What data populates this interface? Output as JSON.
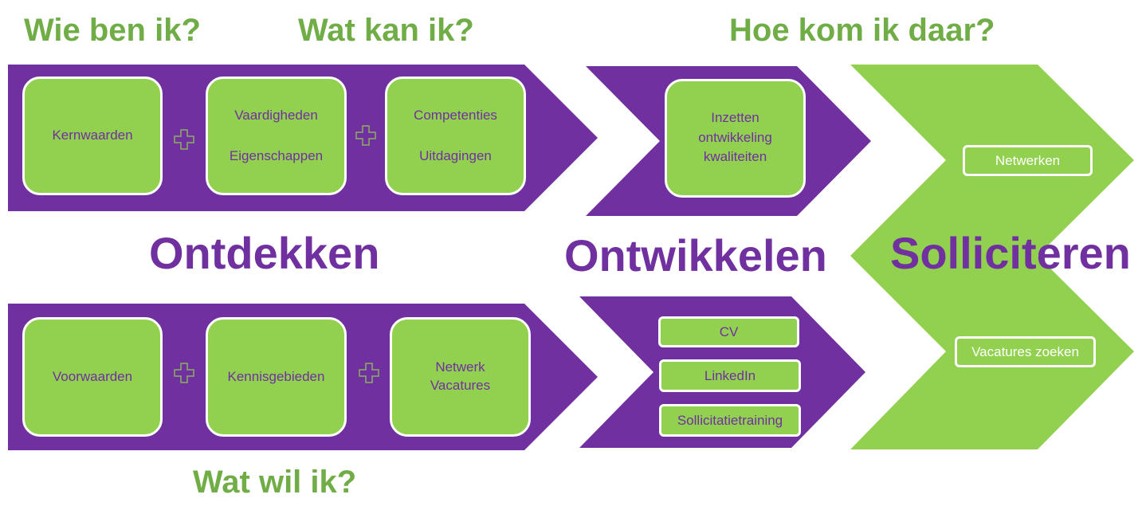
{
  "colors": {
    "purple": "#7030a0",
    "green": "#92d050",
    "question_green": "#70ad47",
    "white": "#ffffff"
  },
  "questions": {
    "who": "Wie ben ik?",
    "can": "Wat kan ik?",
    "how": "Hoe kom ik daar?",
    "want": "Wat wil ik?"
  },
  "stages": {
    "discover": "Ontdekken",
    "develop": "Ontwikkelen",
    "apply": "Solliciteren"
  },
  "top_row": [
    {
      "lines": [
        "Kernwaarden"
      ]
    },
    {
      "lines": [
        "Vaardigheden",
        "Eigenschappen"
      ]
    },
    {
      "lines": [
        "Competenties",
        "Uitdagingen"
      ]
    }
  ],
  "bottom_row": [
    {
      "lines": [
        "Voorwaarden"
      ]
    },
    {
      "lines": [
        "Kennisgebieden"
      ]
    },
    {
      "lines": [
        "Netwerk",
        "Vacatures"
      ]
    }
  ],
  "develop_top": {
    "lines": [
      "Inzetten",
      "ontwikkeling",
      "kwaliteiten"
    ]
  },
  "develop_bottom": [
    "CV",
    "LinkedIn",
    "Sollicitatietraining"
  ],
  "apply_items": [
    "Netwerken",
    "Vacatures zoeken"
  ],
  "icons": {
    "plus": "plus-icon"
  }
}
